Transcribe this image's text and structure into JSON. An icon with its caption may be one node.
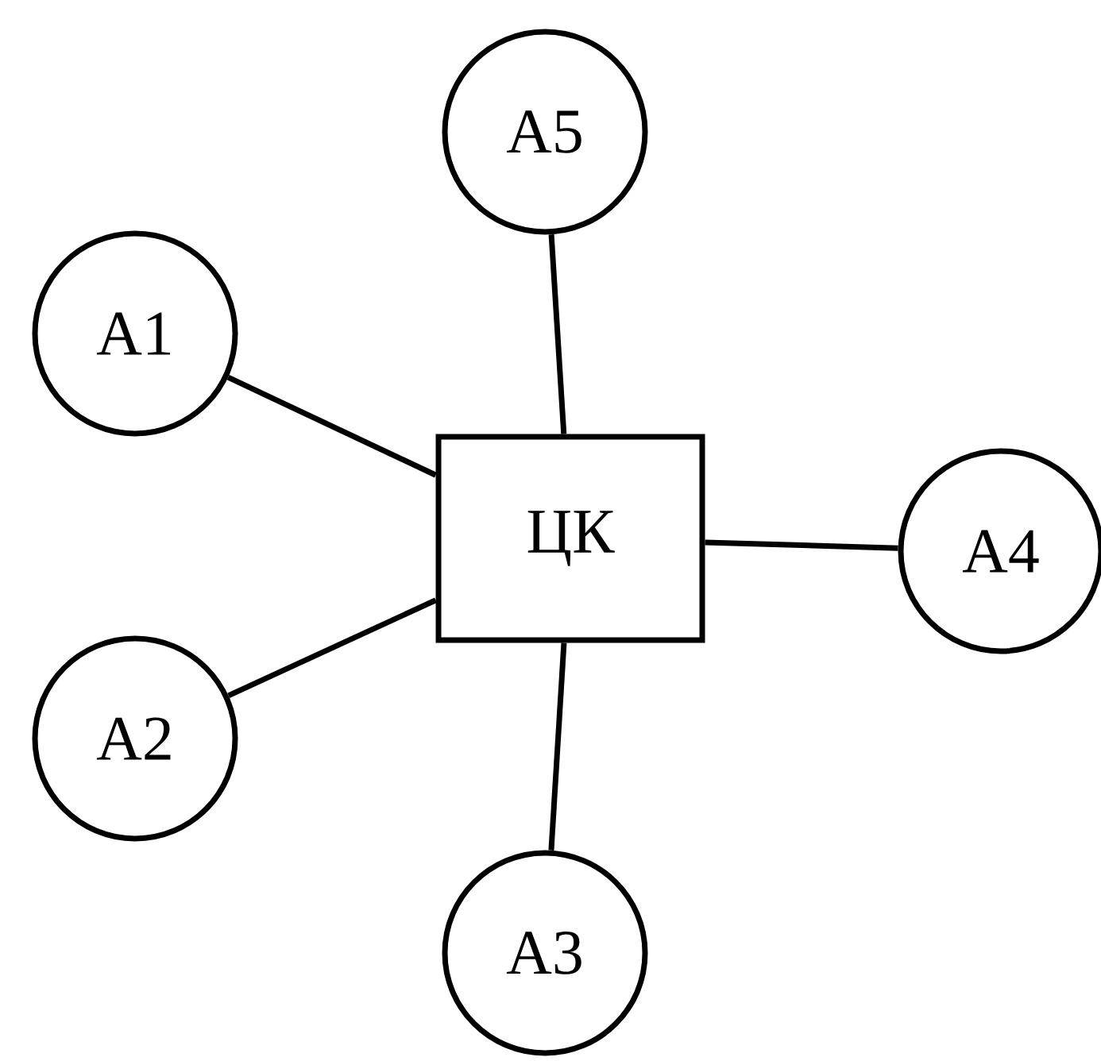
{
  "diagram": {
    "nodes": [
      {
        "text": [
          "А5"
        ]
      },
      {
        "text": [
          "А1"
        ]
      },
      {
        "text": [
          "ЦК"
        ]
      },
      {
        "text": [
          "А4"
        ]
      },
      {
        "text": [
          "А2"
        ]
      },
      {
        "text": [
          "А3"
        ]
      }
    ],
    "edges": [
      {
        "from": 2,
        "to": 0,
        "arrow": "none"
      },
      {
        "from": 2,
        "to": 1,
        "arrow": "none"
      },
      {
        "from": 2,
        "to": 3,
        "arrow": "none"
      },
      {
        "from": 2,
        "to": 4,
        "arrow": "none"
      },
      {
        "from": 2,
        "to": 5,
        "arrow": "none"
      }
    ]
  }
}
